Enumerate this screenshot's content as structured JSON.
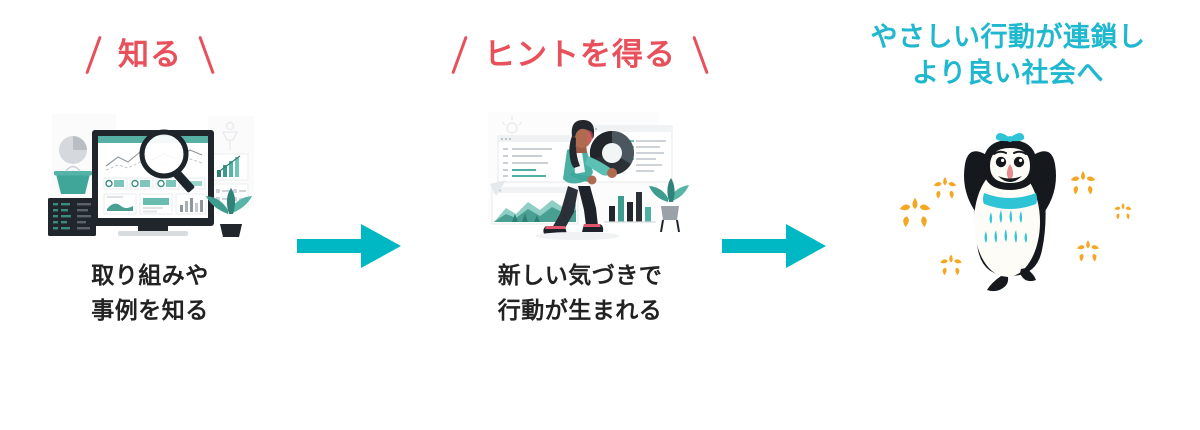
{
  "page": {
    "background_color": "#ffffff",
    "accent_red": "#e8505b",
    "accent_teal": "#00b7c4",
    "heading_teal": "#1fb8ce",
    "text_color": "#222222",
    "flower_color": "#f5a623"
  },
  "steps": [
    {
      "heading": "知る",
      "heading_style": "red-with-slashes",
      "caption_line1": "取り組みや",
      "caption_line2": "事例を知る",
      "illustration": "desktop-monitor-analytics-dashboard-with-magnifier"
    },
    {
      "heading": "ヒントを得る",
      "heading_style": "red-with-slashes",
      "caption_line1": "新しい気づきで",
      "caption_line2": "行動が生まれる",
      "illustration": "person-walking-in-front-of-data-dashboards"
    },
    {
      "heading_line1": "やさしい行動が連鎖し",
      "heading_line2": "より良い社会へ",
      "heading_style": "teal-two-line",
      "illustration": "penguin-with-raised-wings-and-flowers"
    }
  ],
  "arrows": [
    {
      "label": "arrow-step1-to-step2",
      "direction": "right",
      "color": "#00b7c4"
    },
    {
      "label": "arrow-step2-to-step3",
      "direction": "right",
      "color": "#00b7c4"
    }
  ]
}
